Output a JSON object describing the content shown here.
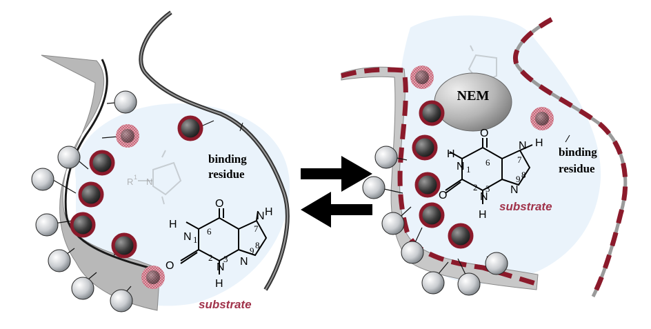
{
  "labels": {
    "left_binding_line1": "binding",
    "left_binding_line2": "residue",
    "right_binding_line1": "binding",
    "right_binding_line2": "residue",
    "left_substrate": "substrate",
    "right_substrate": "substrate",
    "nem": "NEM"
  },
  "molecule": {
    "H": "H",
    "N": "N",
    "O": "O",
    "R1": "R",
    "sup1": "1",
    "n1": "1",
    "n2": "2",
    "n3": "3",
    "n6": "6",
    "n7": "7",
    "n8": "8",
    "n9": "9"
  },
  "colors": {
    "dark_red": "#8b1a2b",
    "substrate_red": "#a0324a",
    "pocket_blue": "#e6f1fa",
    "arrow": "#000000"
  }
}
